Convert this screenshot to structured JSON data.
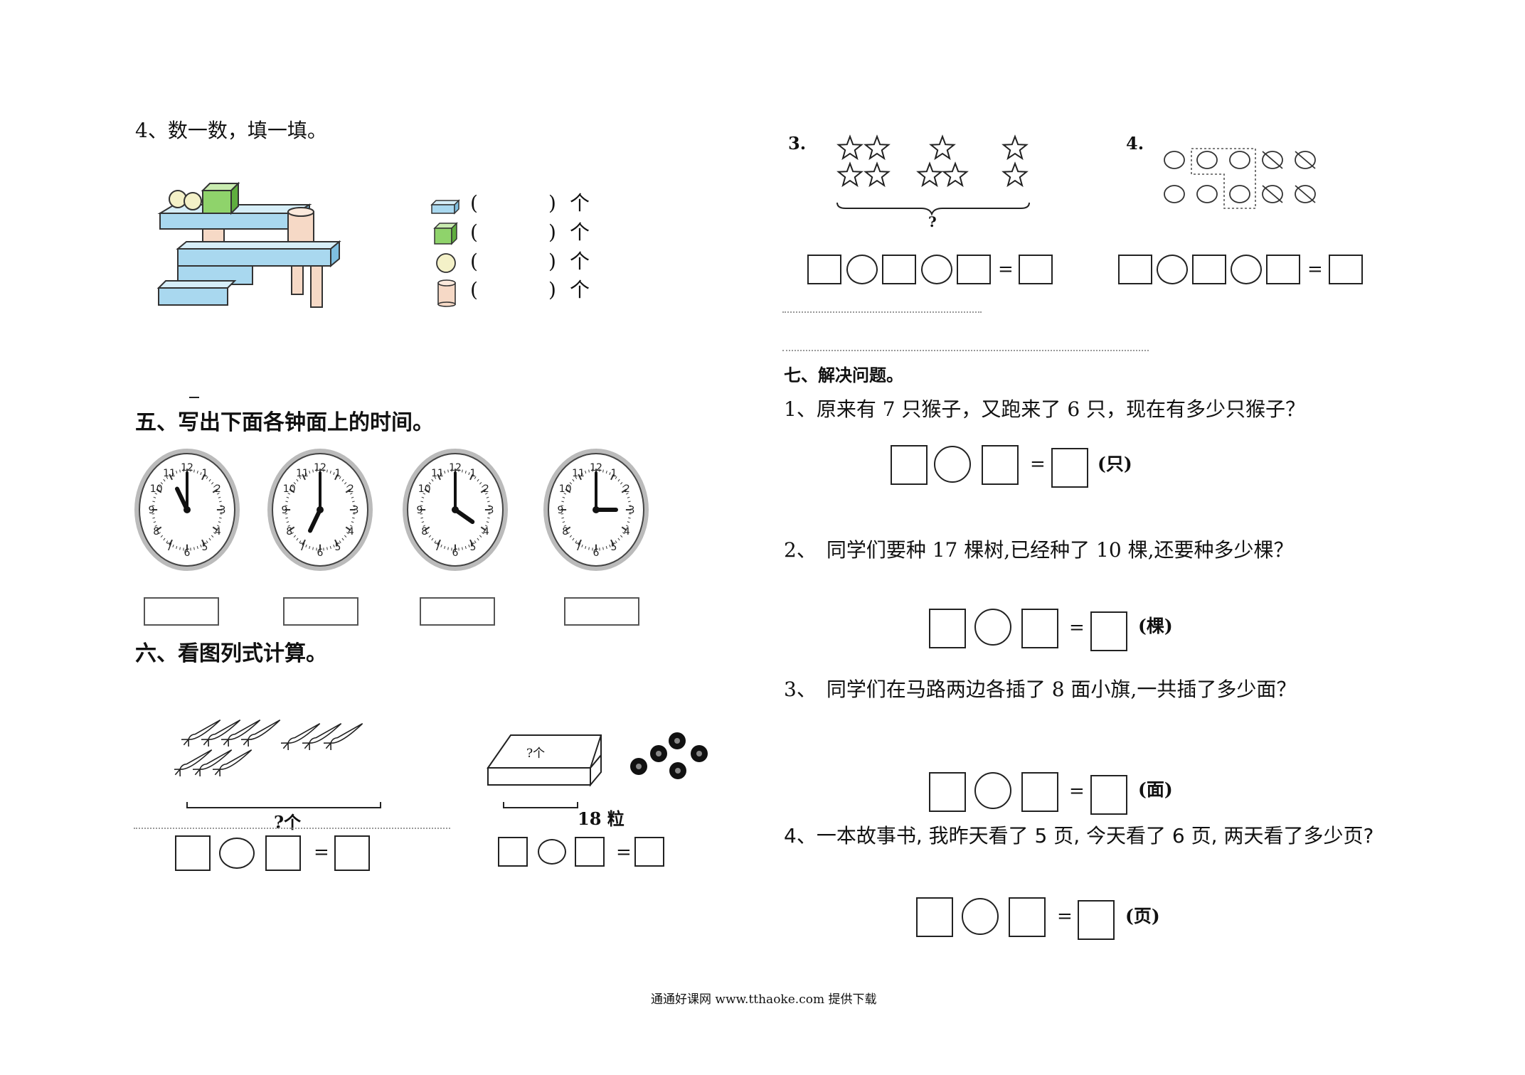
{
  "left": {
    "q4": {
      "title": "4、数一数，填一填。",
      "rows": [
        {
          "icon": "cuboid-icon",
          "open": "(",
          "close": ")",
          "unit": "个"
        },
        {
          "icon": "cube-icon",
          "open": "(",
          "close": ")",
          "unit": "个"
        },
        {
          "icon": "sphere-icon",
          "open": "(",
          "close": ")",
          "unit": "个"
        },
        {
          "icon": "cylinder-icon",
          "open": "(",
          "close": ")",
          "unit": "个"
        }
      ]
    },
    "section5": {
      "title": "五、写出下面各钟面上的时间。",
      "clocks": [
        {
          "hour": 11,
          "minute": 0
        },
        {
          "hour": 7,
          "minute": 0
        },
        {
          "hour": 4,
          "minute": 0
        },
        {
          "hour": 3,
          "minute": 0
        }
      ],
      "dial_numbers": [
        "12",
        "1",
        "2",
        "3",
        "4",
        "5",
        "6",
        "7",
        "8",
        "9",
        "10",
        "11"
      ]
    },
    "section6": {
      "title": "六、看图列式计算。",
      "carrot_label": "?个",
      "box_label": "?个",
      "beads_label": "18 粒",
      "equals": "="
    }
  },
  "right": {
    "p3": {
      "label": "3.",
      "question_mark": "?",
      "equals": "="
    },
    "p4": {
      "label": "4.",
      "equals": "="
    },
    "section7": {
      "title": "七、解决问题。",
      "problems": [
        {
          "text": "1、原来有 7 只猴子，又跑来了 6 只，现在有多少只猴子？",
          "equals": "=",
          "unit": "(只)"
        },
        {
          "text": "2、　同学们要种 17 棵树,已经种了 10 棵,还要种多少棵？",
          "equals": "=",
          "unit": "(棵)"
        },
        {
          "text": "3、　同学们在马路两边各插了 8 面小旗,一共插了多少面？",
          "equals": "=",
          "unit": "(面)"
        },
        {
          "text": "4、一本故事书, 我昨天看了 5 页, 今天看了 6 页, 两天看了多少页?",
          "equals": "=",
          "unit": "(页)"
        }
      ]
    }
  },
  "footer": "通通好课网 www.tthaoke.com 提供下载"
}
